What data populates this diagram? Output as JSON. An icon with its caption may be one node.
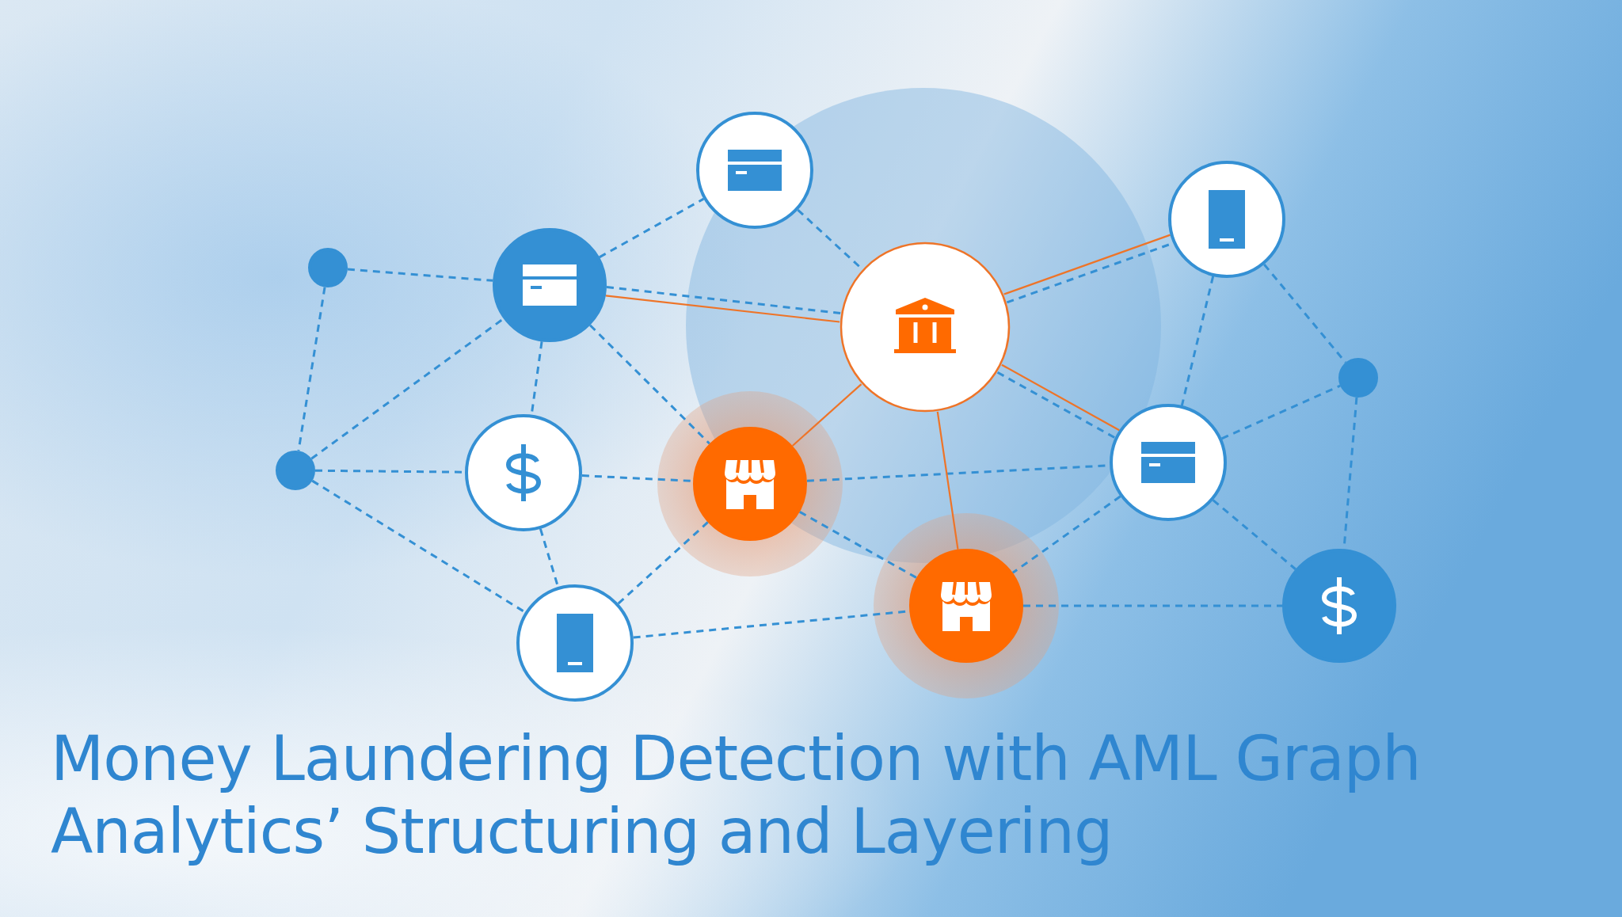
{
  "diagram": {
    "title": "Money Laundering Detection with AML Graph Analytics’ Structuring and Layering",
    "nodes": [
      {
        "text": [],
        "shape": "circle"
      },
      {
        "text": [],
        "shape": "circle"
      },
      {
        "text": [],
        "shape": "circle"
      },
      {
        "text": [],
        "shape": "circle"
      },
      {
        "text": [],
        "shape": "circle"
      },
      {
        "text": [],
        "shape": "circle"
      },
      {
        "text": [],
        "shape": "circle"
      },
      {
        "text": [],
        "shape": "circle"
      },
      {
        "text": [],
        "shape": "circle"
      },
      {
        "text": [],
        "shape": "circle"
      },
      {
        "text": [],
        "shape": "circle"
      },
      {
        "text": [],
        "shape": "circle"
      },
      {
        "text": [],
        "shape": "circle"
      }
    ],
    "edges": [
      {
        "from": 0,
        "to": 1,
        "arrow": "none",
        "style": "dashed"
      },
      {
        "from": 0,
        "to": 2,
        "arrow": "none",
        "style": "dashed"
      },
      {
        "from": 1,
        "to": 2,
        "arrow": "none",
        "style": "dashed"
      },
      {
        "from": 1,
        "to": 4,
        "arrow": "none",
        "style": "dashed"
      },
      {
        "from": 1,
        "to": 5,
        "arrow": "none",
        "style": "dashed"
      },
      {
        "from": 2,
        "to": 3,
        "arrow": "none",
        "style": "dashed"
      },
      {
        "from": 2,
        "to": 7,
        "arrow": "none",
        "style": "dashed"
      },
      {
        "from": 2,
        "to": 7,
        "arrow": "none",
        "color": "#ee7428"
      },
      {
        "from": 2,
        "to": 4,
        "arrow": "none",
        "style": "dashed"
      },
      {
        "from": 2,
        "to": 6,
        "arrow": "none",
        "style": "dashed"
      },
      {
        "from": 3,
        "to": 7,
        "arrow": "none",
        "style": "dashed"
      },
      {
        "from": 4,
        "to": 6,
        "arrow": "none",
        "style": "dashed"
      },
      {
        "from": 4,
        "to": 5,
        "arrow": "none",
        "style": "dashed"
      },
      {
        "from": 5,
        "to": 6,
        "arrow": "none",
        "style": "dashed"
      },
      {
        "from": 5,
        "to": 8,
        "arrow": "none",
        "style": "dashed"
      },
      {
        "from": 6,
        "to": 7,
        "arrow": "none",
        "color": "#ee7428"
      },
      {
        "from": 6,
        "to": 10,
        "arrow": "none",
        "style": "dashed"
      },
      {
        "from": 6,
        "to": 8,
        "arrow": "none",
        "style": "dashed"
      },
      {
        "from": 7,
        "to": 9,
        "arrow": "none",
        "color": "#ee7428"
      },
      {
        "from": 7,
        "to": 9,
        "arrow": "none",
        "style": "dashed"
      },
      {
        "from": 7,
        "to": 10,
        "arrow": "none",
        "color": "#ee7428"
      },
      {
        "from": 7,
        "to": 10,
        "arrow": "none",
        "style": "dashed"
      },
      {
        "from": 7,
        "to": 8,
        "arrow": "none",
        "color": "#ee7428"
      },
      {
        "from": 9,
        "to": 10,
        "arrow": "none",
        "style": "dashed"
      },
      {
        "from": 9,
        "to": 11,
        "arrow": "none",
        "style": "dashed"
      },
      {
        "from": 10,
        "to": 11,
        "arrow": "none",
        "style": "dashed"
      },
      {
        "from": 10,
        "to": 8,
        "arrow": "none",
        "style": "dashed"
      },
      {
        "from": 10,
        "to": 12,
        "arrow": "none",
        "style": "dashed"
      },
      {
        "from": 11,
        "to": 12,
        "arrow": "none",
        "style": "dashed"
      },
      {
        "from": 8,
        "to": 12,
        "arrow": "none",
        "style": "dashed"
      }
    ]
  }
}
